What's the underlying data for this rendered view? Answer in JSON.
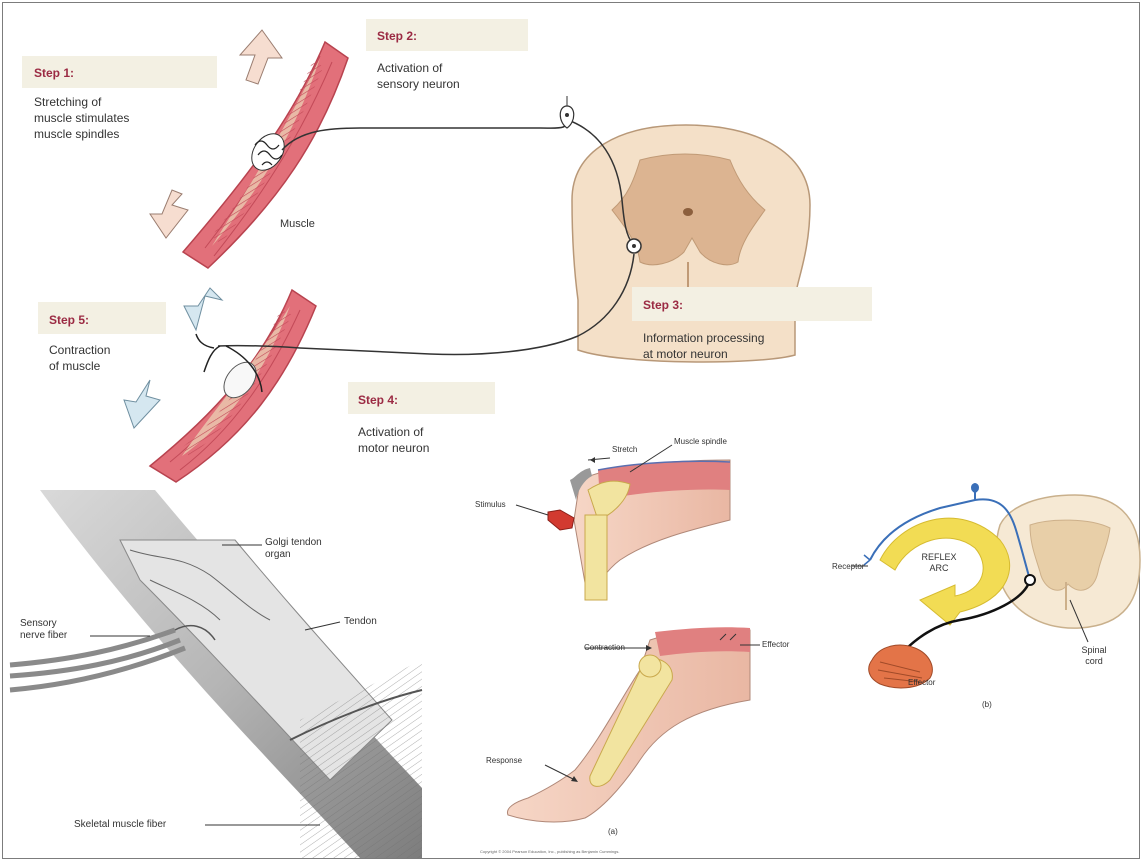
{
  "steps": {
    "step1": {
      "title": "Step 1:",
      "text": "Stretching of\nmuscle stimulates\nmuscle spindles"
    },
    "step2": {
      "title": "Step 2:",
      "text": "Activation of\nsensory neuron"
    },
    "step3": {
      "title": "Step 3:",
      "text": "Information processing\nat motor neuron"
    },
    "step4": {
      "title": "Step 4:",
      "text": "Activation of\nmotor neuron"
    },
    "step5": {
      "title": "Step 5:",
      "text": "Contraction\nof muscle"
    }
  },
  "muscle_label": "Muscle",
  "tendon_panel": {
    "golgi": "Golgi tendon\norgan",
    "sensory": "Sensory\nnerve fiber",
    "tendon": "Tendon",
    "skeletal": "Skeletal muscle fiber"
  },
  "knee_panel": {
    "stretch": "Stretch",
    "spindle": "Muscle spindle",
    "stimulus": "Stimulus",
    "contraction": "Contraction",
    "effector": "Effector",
    "response": "Response",
    "panel_label": "(a)",
    "copyright": "Copyright © 2004 Pearson Education, Inc., publishing as Benjamin Cummings."
  },
  "arc_panel": {
    "receptor": "Receptor",
    "reflex_arc": "REFLEX\nARC",
    "spinal_cord": "Spinal\ncord",
    "effector": "Effector",
    "panel_label": "(b)"
  },
  "colors": {
    "step_title": "#9b2a43",
    "step_box": "#f3f0e3",
    "muscle": "#e2707a",
    "spinal_cord": "#f4e0c8",
    "gray_matter": "#dcb491",
    "sensory_neuron": "#3a6fb8",
    "reflex_arrow": "#f2dc54"
  }
}
